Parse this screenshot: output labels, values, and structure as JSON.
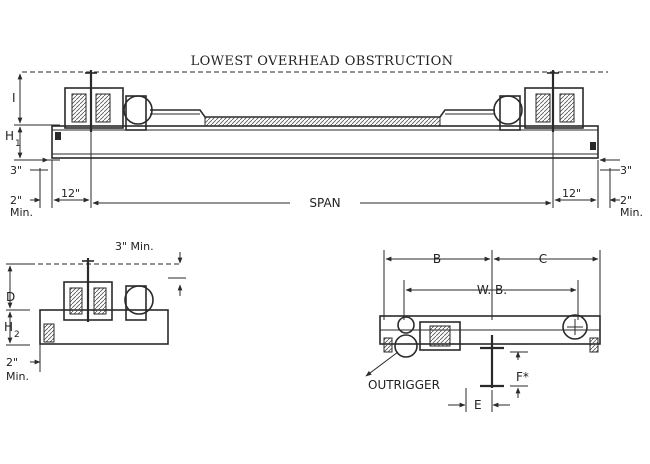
{
  "title": "LOWEST OVERHEAD OBSTRUCTION",
  "top_view": {
    "I": "I",
    "H1_main": "H",
    "H1_sub": "1",
    "left_3in": "3\"",
    "right_3in": "3\"",
    "left_2in": "2\"",
    "left_min": "Min.",
    "right_2in": "2\"",
    "right_min": "Min.",
    "left_12in": "12\"",
    "right_12in": "12\"",
    "span": "SPAN"
  },
  "side_view": {
    "min3": "3\" Min.",
    "D": "D",
    "H2_main": "H",
    "H2_sub": "2",
    "in2": "2\"",
    "min": "Min."
  },
  "end_view": {
    "B": "B",
    "C": "C",
    "WB": "W. B.",
    "outrigger": "OUTRIGGER",
    "F": "F*",
    "E": "E"
  }
}
